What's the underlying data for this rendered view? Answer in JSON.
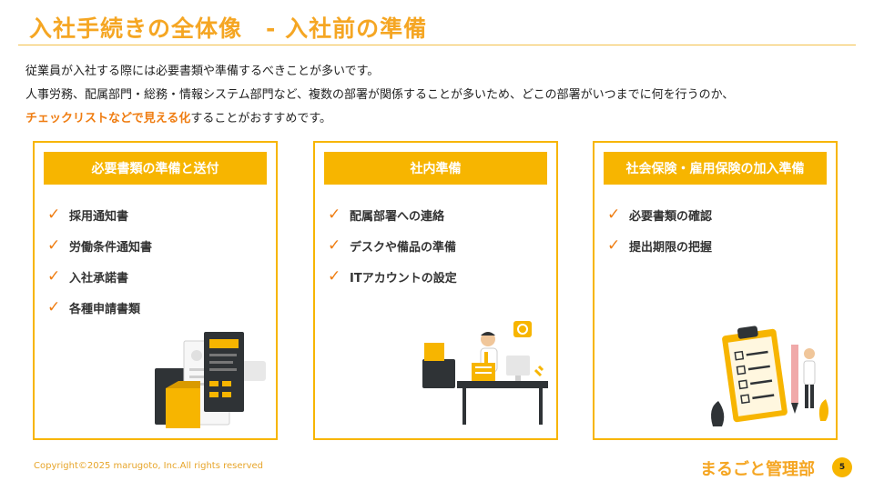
{
  "title": "入社手続きの全体像　- 入社前の準備",
  "intro": {
    "line1": "従業員が入社する際には必要書類や準備するべきことが多いです。",
    "line2": "人事労務、配属部門・総務・情報システム部門など、複数の部署が関係することが多いため、どこの部署がいつまでに何を行うのか、",
    "line3_highlight": "チェックリストなどで見える化",
    "line3_rest": "することがおすすめです。"
  },
  "cards": [
    {
      "title": "必要書類の準備と送付",
      "items": [
        "採用通知書",
        "労働条件通知書",
        "入社承諾書",
        "各種申請書類"
      ]
    },
    {
      "title": "社内準備",
      "items": [
        "配属部署への連絡",
        "デスクや備品の準備",
        "ITアカウントの設定"
      ]
    },
    {
      "title": "社会保険・雇用保険の加入準備",
      "items": [
        "必要書類の確認",
        "提出期限の把握"
      ]
    }
  ],
  "check_mark": "✓",
  "footer": {
    "copyright": "Copyright©2025 marugoto, Inc.All rights reserved",
    "brand": "まるごと管理部",
    "page_number": "5"
  },
  "colors": {
    "accent": "#f7b500",
    "highlight": "#ef7d12",
    "dark": "#2f3336"
  }
}
